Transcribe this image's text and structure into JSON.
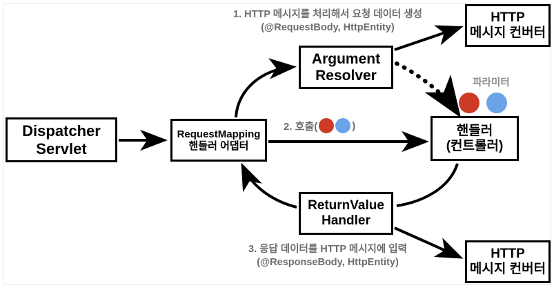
{
  "diagram": {
    "title": "Spring MVC Argument Resolver / ReturnValue Handler flow",
    "colors": {
      "red": "#cc3B26",
      "blue": "#6aa3e8",
      "stroke": "#000000",
      "caption": "#6d6d6d",
      "frame": "#e2e2e2",
      "background": "#ffffff"
    },
    "nodes": {
      "dispatcher": {
        "line1": "Dispatcher",
        "line2": "Servlet"
      },
      "request_mapping": {
        "line1": "RequestMapping",
        "line2": "핸들러 어댑터"
      },
      "argument_resolver": {
        "line1": "Argument",
        "line2": "Resolver"
      },
      "handler": {
        "line1": "핸들러",
        "line2": "(컨트롤러)"
      },
      "return_value_handler": {
        "line1": "ReturnValue",
        "line2": "Handler"
      },
      "http_message_converter_top": {
        "line1": "HTTP",
        "line2": "메시지 컨버터"
      },
      "http_message_converter_bottom": {
        "line1": "HTTP",
        "line2": "메시지 컨버터"
      }
    },
    "captions": {
      "step1_line1": "1. HTTP 메시지를 처리해서 요청 데이터 생성",
      "step1_line2": "(@RequestBody, HttpEntity)",
      "step2_prefix": "2. 호출(",
      "step2_suffix": ")",
      "step3_line1": "3. 응답 데이터를 HTTP 메시지에 입력",
      "step3_line2": "(@ResponseBody, HttpEntity)",
      "parameter_label": "파라미터"
    }
  }
}
